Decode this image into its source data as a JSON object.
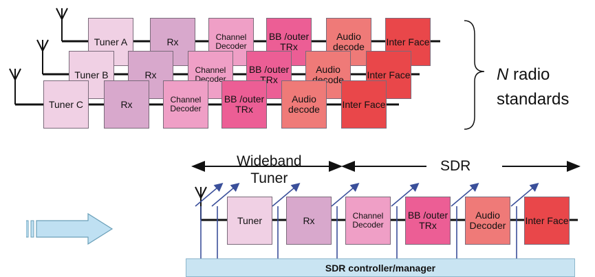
{
  "rows": [
    {
      "id": "a",
      "blocks": [
        "Tuner A",
        "Rx",
        "Channel Decoder",
        "BB /outer TRx",
        "Audio decode",
        "Inter Face"
      ]
    },
    {
      "id": "b",
      "blocks": [
        "Tuner B",
        "Rx",
        "Channel Decoder",
        "BB /outer TRx",
        "Audio decode",
        "Inter Face"
      ]
    },
    {
      "id": "c",
      "blocks": [
        "Tuner C",
        "Rx",
        "Channel Decoder",
        "BB /outer TRx",
        "Audio decode",
        "Inter Face"
      ]
    }
  ],
  "standards": {
    "n": "N",
    "line1_rest": " radio",
    "line2": "standards"
  },
  "sdr": {
    "wideband_label": "Wideband\nTuner",
    "sdr_label": "SDR",
    "blocks": [
      "Tuner",
      "Rx",
      "Channel Decoder",
      "BB /outer TRx",
      "Audio Decoder",
      "Inter Face"
    ],
    "controller": "SDR controller/manager"
  },
  "colors": {
    "tuner": "#f0d0e4",
    "rx": "#d8a8cc",
    "decoder": "#ef9fc6",
    "bb": "#ec5e95",
    "audio": "#ef7a78",
    "interface": "#e9474a",
    "controller": "#c9e4f2",
    "arrow": "#bfe0f2",
    "antenna_line": "#3a4f9a"
  }
}
